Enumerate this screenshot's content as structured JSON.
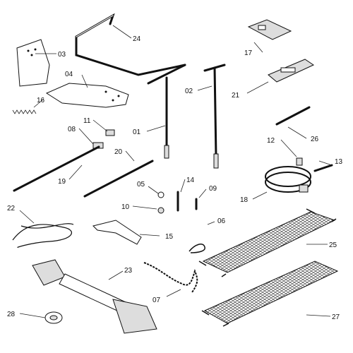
{
  "callouts": [
    {
      "id": "p03",
      "label": "03"
    },
    {
      "id": "p04",
      "label": "04"
    },
    {
      "id": "p16",
      "label": "16"
    },
    {
      "id": "p24",
      "label": "24"
    },
    {
      "id": "p17",
      "label": "17"
    },
    {
      "id": "p21",
      "label": "21"
    },
    {
      "id": "p02",
      "label": "02"
    },
    {
      "id": "p01",
      "label": "01"
    },
    {
      "id": "p11",
      "label": "11"
    },
    {
      "id": "p08",
      "label": "08"
    },
    {
      "id": "p20",
      "label": "20"
    },
    {
      "id": "p19",
      "label": "19"
    },
    {
      "id": "p26",
      "label": "26"
    },
    {
      "id": "p12",
      "label": "12"
    },
    {
      "id": "p13",
      "label": "13"
    },
    {
      "id": "p18",
      "label": "18"
    },
    {
      "id": "p14",
      "label": "14"
    },
    {
      "id": "p05",
      "label": "05"
    },
    {
      "id": "p09",
      "label": "09"
    },
    {
      "id": "p10",
      "label": "10"
    },
    {
      "id": "p22",
      "label": "22"
    },
    {
      "id": "p15",
      "label": "15"
    },
    {
      "id": "p06",
      "label": "06"
    },
    {
      "id": "p25",
      "label": "25"
    },
    {
      "id": "p23",
      "label": "23"
    },
    {
      "id": "p07",
      "label": "07"
    },
    {
      "id": "p28",
      "label": "28"
    },
    {
      "id": "p27",
      "label": "27"
    }
  ]
}
